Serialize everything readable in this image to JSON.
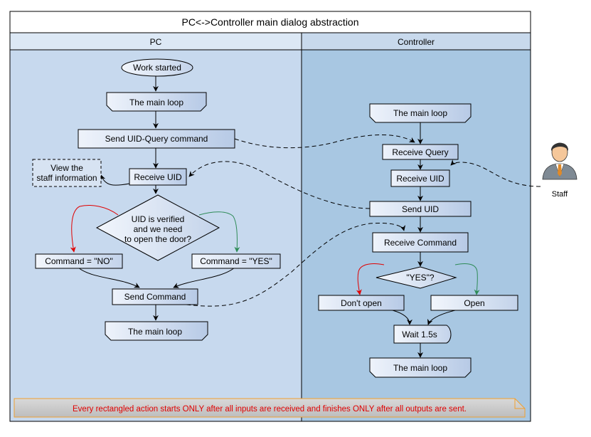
{
  "title": "PC<->Controller main dialog abstraction",
  "lanes": {
    "pc": "PC",
    "controller": "Controller"
  },
  "pc": {
    "start": "Work started",
    "main_loop_top": "The main loop",
    "send_uid_query": "Send UID-Query command",
    "receive_uid": "Receive UID",
    "view_staff": [
      "View the",
      "staff information"
    ],
    "decision": [
      "UID is verified",
      "and we need",
      "to open the door?"
    ],
    "command_no": "Command = \"NO\"",
    "command_yes": "Command = \"YES\"",
    "send_command": "Send Command",
    "main_loop_bottom": "The main loop"
  },
  "controller": {
    "main_loop_top": "The main loop",
    "receive_query": "Receive Query",
    "receive_uid": "Receive UID",
    "send_uid": "Send UID",
    "receive_command": "Receive Command",
    "decision": "\"YES\"?",
    "dont_open": "Don't open",
    "open": "Open",
    "wait": "Wait 1.5s",
    "main_loop_bottom": "The main loop"
  },
  "staff_label": "Staff",
  "note": "Every rectangled action starts ONLY after all inputs are received and finishes ONLY after all outputs are sent.",
  "colors": {
    "pc_lane": "#c7d9ee",
    "controller_lane": "#a8c7e2",
    "header": "#dce8f5",
    "node_fill_light": "#e8eef8",
    "node_fill_dark": "#b9cbe6",
    "no_arrow": "#e00000",
    "yes_arrow": "#2e8b57",
    "note_text": "#e00000",
    "note_border": "#f0a030"
  }
}
